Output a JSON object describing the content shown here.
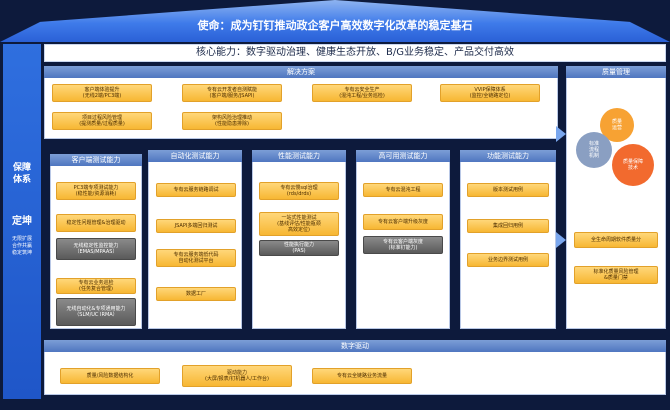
{
  "mission": "使命：成为钉钉推动政企客户高效数字化改革的稳定基石",
  "core": "核心能力：数字驱动治理、健康生态开放、B/G业务稳定、产品交付高效",
  "left_bar": {
    "title": "保障\n体系",
    "subtitle": "定坤",
    "note": "无限扩展\n合作共赢\n稳定筑坤"
  },
  "solution": {
    "title": "解决方案",
    "items": [
      "客户端体验提升\n(无线2端/PC3端)",
      "专有云开发者自测赋能\n(客户端/服务/JSAPI)",
      "专有云安全生产\n(混沌工程/业务巡检)",
      "VVIP保障体系\n(监控/全链路定位)",
      "项目过程风险管理\n(提测质量/过程质量)",
      "架构风险治理推动\n(性能隐患排除)"
    ]
  },
  "quality": {
    "title": "质量管理",
    "cogs": [
      "质量\n运营",
      "标准\n流程\n机制",
      "质量保障\n技术"
    ],
    "items": [
      "全生命周期软件质量分",
      "标准化质量风险管理\n&质量门禁"
    ]
  },
  "columns": [
    {
      "title": "客户端测试能力",
      "items": [
        {
          "text": "PC3端专项测试能力\n(稳性能/资源消耗)",
          "style": "orange"
        },
        {
          "text": "稳定性问题管理&治理驱动",
          "style": "orange"
        },
        {
          "text": "无线稳定性监控能力\n（EMAS/MPAAS）",
          "style": "gray"
        },
        {
          "text": "专有云业务巡检\n(任务复合管理)",
          "style": "orange"
        },
        {
          "text": "无线自动化&专项通用能力\n（SLM/UC IRMA）",
          "style": "gray"
        }
      ]
    },
    {
      "title": "自动化测试能力",
      "items": [
        {
          "text": "专有云服务链路调试",
          "style": "orange"
        },
        {
          "text": "JSAPI多端回归测试",
          "style": "orange"
        },
        {
          "text": "专有云服务端低代码\n自动化测试平台",
          "style": "orange"
        },
        {
          "text": "数据工厂",
          "style": "orange"
        }
      ]
    },
    {
      "title": "性能测试能力",
      "items": [
        {
          "text": "专有云慢sql治理\n(rds/drds)",
          "style": "orange"
        },
        {
          "text": "一站式性能测试\n(基线评估/性能瓶颈\n高效定位)",
          "style": "orange"
        },
        {
          "text": "性能执行能力\n(PAS)",
          "style": "gray"
        }
      ]
    },
    {
      "title": "高可用测试能力",
      "items": [
        {
          "text": "专有云混沌工程",
          "style": "orange"
        },
        {
          "text": "专有云客户端升级灰度",
          "style": "orange"
        },
        {
          "text": "专有云客户端灰度\n(标准钉能力)",
          "style": "gray"
        }
      ]
    },
    {
      "title": "功能测试能力",
      "items": [
        {
          "text": "版本测试用例",
          "style": "orange"
        },
        {
          "text": "集成回归用例",
          "style": "orange"
        },
        {
          "text": "业务边界测试用例",
          "style": "orange"
        }
      ]
    }
  ],
  "data_driven": {
    "title": "数字驱动",
    "items": [
      "质量/风险数据结构化",
      "驱动能力\n(大屏/报表/钉机器人/工作台)",
      "专有云全链路业务流量"
    ]
  },
  "colors": {
    "background": "#0d1a3c",
    "accent_blue": "#2f6fdf",
    "orange": "#f7b733",
    "gray": "#5a5a5a"
  }
}
